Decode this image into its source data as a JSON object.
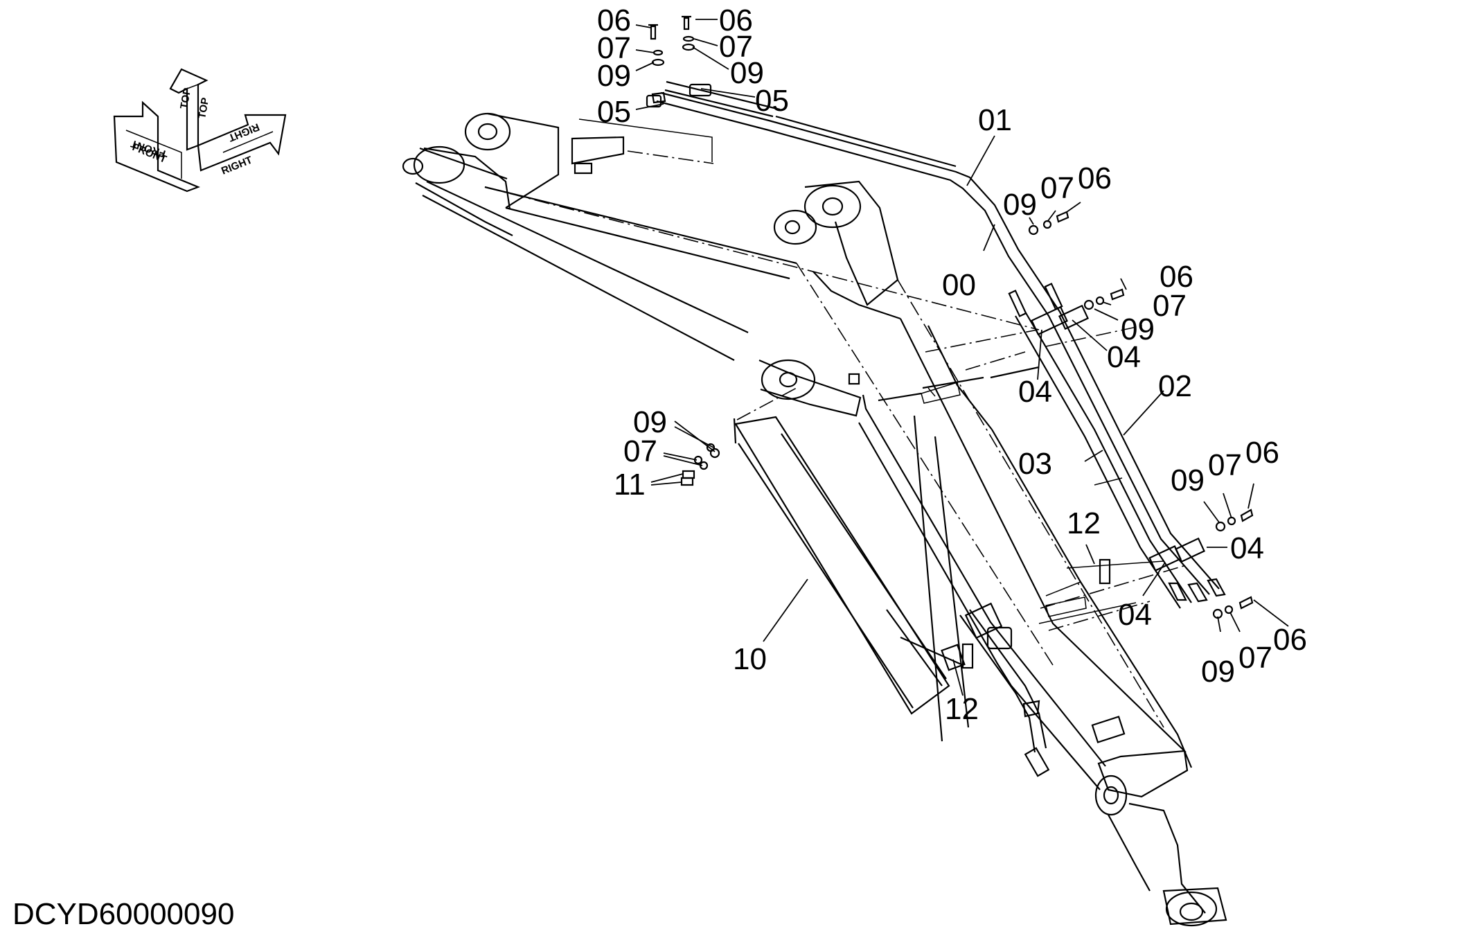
{
  "drawing_code": "DCYD60000090",
  "orientation": {
    "top": "TOP",
    "front": "FRONT",
    "right": "RIGHT"
  },
  "part_labels": [
    {
      "id": "l01",
      "text": "01"
    },
    {
      "id": "l00",
      "text": "00"
    },
    {
      "id": "l02",
      "text": "02"
    },
    {
      "id": "l03",
      "text": "03"
    },
    {
      "id": "l04a",
      "text": "04"
    },
    {
      "id": "l04b",
      "text": "04"
    },
    {
      "id": "l04c",
      "text": "04"
    },
    {
      "id": "l04d",
      "text": "04"
    },
    {
      "id": "l05a",
      "text": "05"
    },
    {
      "id": "l05b",
      "text": "05"
    },
    {
      "id": "l06a",
      "text": "06"
    },
    {
      "id": "l06b",
      "text": "06"
    },
    {
      "id": "l06c",
      "text": "06"
    },
    {
      "id": "l06d",
      "text": "06"
    },
    {
      "id": "l06e",
      "text": "06"
    },
    {
      "id": "l06f",
      "text": "06"
    },
    {
      "id": "l07a",
      "text": "07"
    },
    {
      "id": "l07b",
      "text": "07"
    },
    {
      "id": "l07c",
      "text": "07"
    },
    {
      "id": "l07d",
      "text": "07"
    },
    {
      "id": "l07e",
      "text": "07"
    },
    {
      "id": "l07f",
      "text": "07"
    },
    {
      "id": "l07g",
      "text": "07"
    },
    {
      "id": "l09a",
      "text": "09"
    },
    {
      "id": "l09b",
      "text": "09"
    },
    {
      "id": "l09c",
      "text": "09"
    },
    {
      "id": "l09d",
      "text": "09"
    },
    {
      "id": "l09e",
      "text": "09"
    },
    {
      "id": "l09f",
      "text": "09"
    },
    {
      "id": "l09g",
      "text": "09"
    },
    {
      "id": "l10",
      "text": "10"
    },
    {
      "id": "l11",
      "text": "11"
    },
    {
      "id": "l12a",
      "text": "12"
    },
    {
      "id": "l12b",
      "text": "12"
    }
  ]
}
